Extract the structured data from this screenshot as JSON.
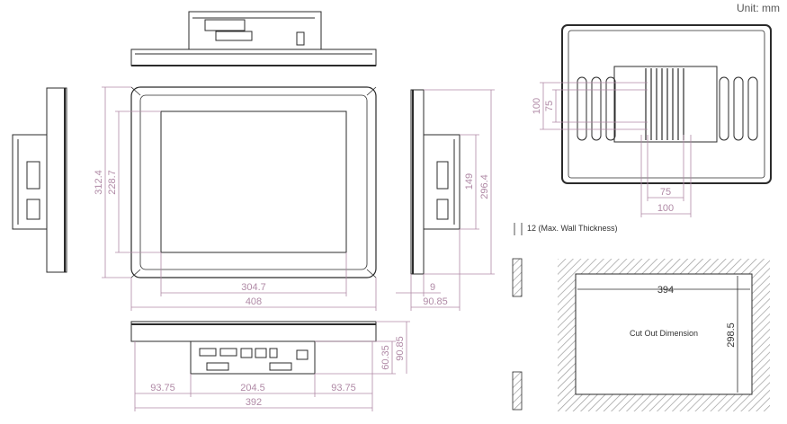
{
  "unit_label": "Unit: mm",
  "colors": {
    "outline": "#2b2b2b",
    "dimension": "#b08aa6",
    "hatch": "#9a9a9a",
    "screen_fill": "#ffffff",
    "background": "#ffffff"
  },
  "front_view": {
    "width_outer": "408",
    "width_active": "304.7",
    "height_outer": "312.4",
    "height_active": "228.7"
  },
  "side_view_right": {
    "height_outer": "296.4",
    "height_bracket": "149",
    "depth_bezel": "9",
    "depth_total": "90.85"
  },
  "bottom_view": {
    "margin_left": "93.75",
    "io_width": "204.5",
    "margin_right": "93.75",
    "total_width": "392",
    "depth_box": "60.35",
    "depth_total": "90.85"
  },
  "rear_view": {
    "vesa_v_outer": "100",
    "vesa_v_inner": "75",
    "vesa_h_inner": "75",
    "vesa_h_outer": "100"
  },
  "wall": {
    "thickness_label": "12 (Max. Wall Thickness)"
  },
  "cutout": {
    "title": "Cut Out Dimension",
    "width": "394",
    "height": "298.5"
  }
}
